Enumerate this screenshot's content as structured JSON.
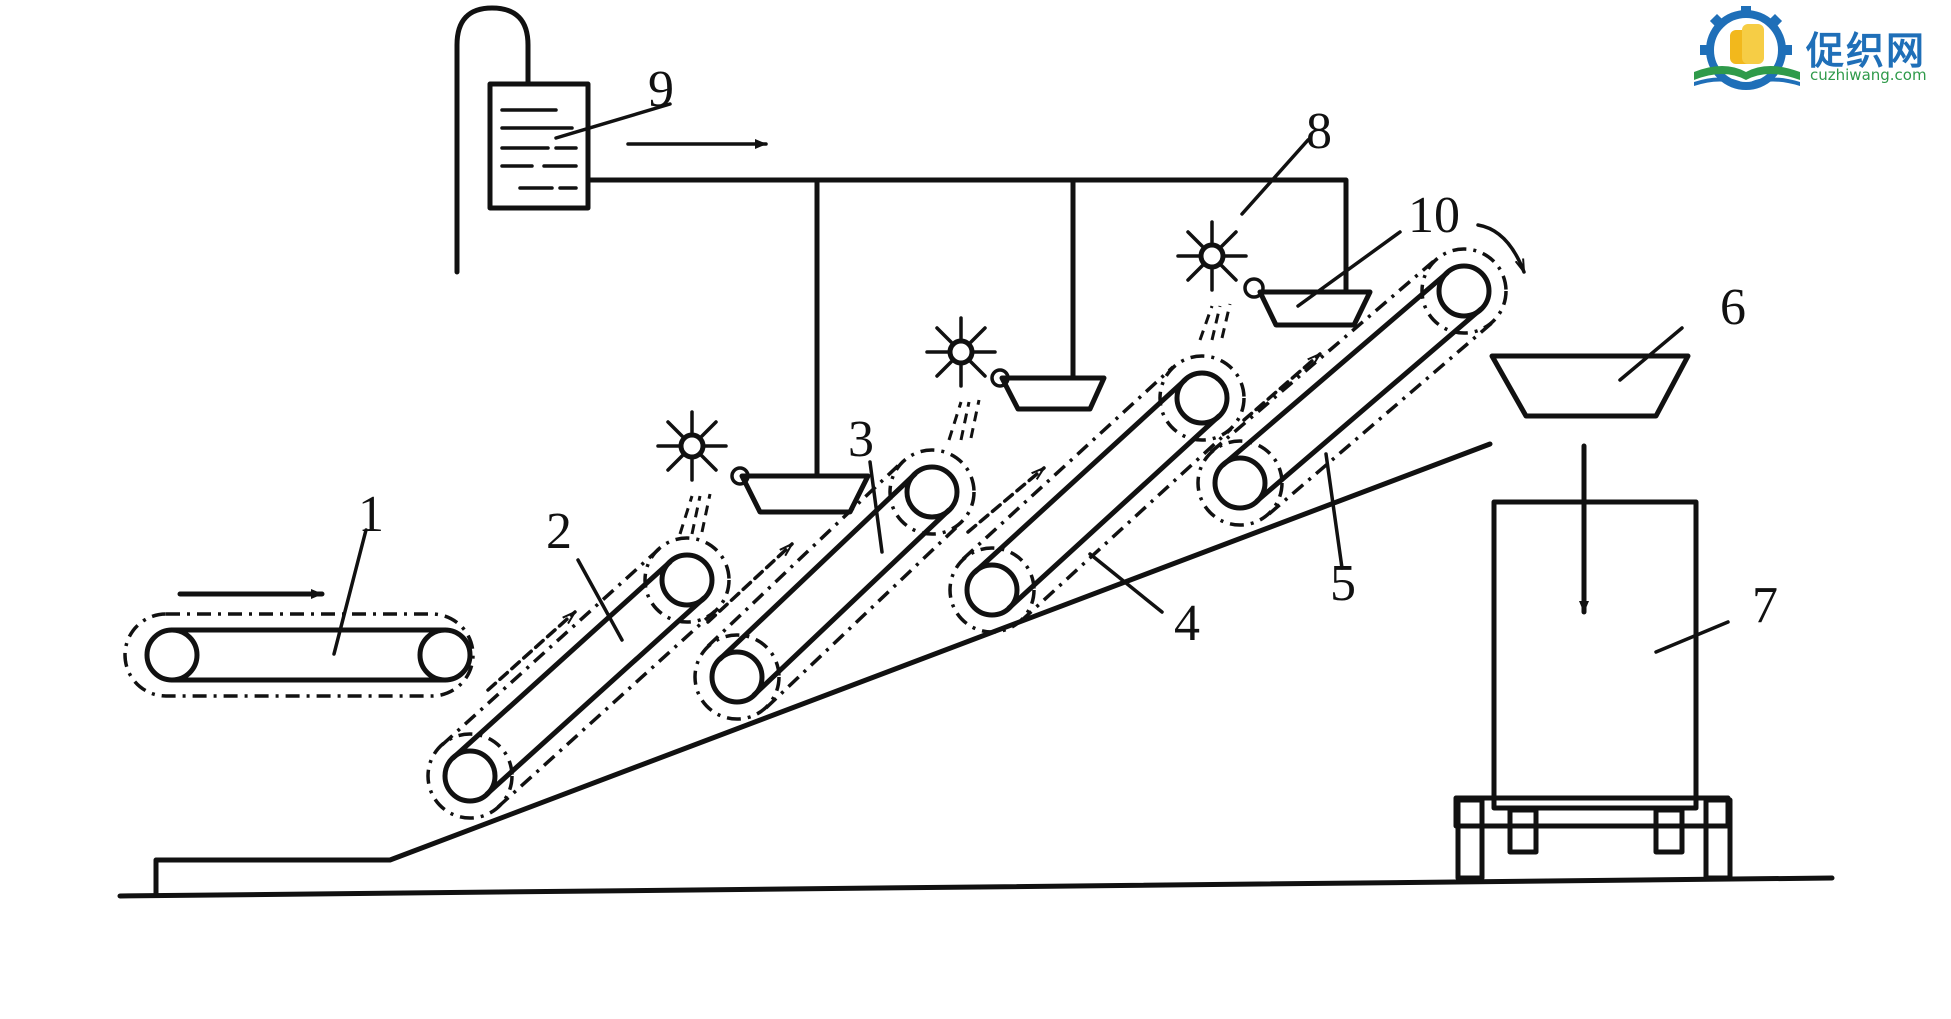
{
  "logo": {
    "name": "促织网",
    "url": "cuzhiwang.com",
    "colors": {
      "blue": "#1f6fb8",
      "yellow": "#f2b81c",
      "green": "#2f9a4a"
    }
  },
  "labels": {
    "l1": "1",
    "l2": "2",
    "l3": "3",
    "l4": "4",
    "l5": "5",
    "l6": "6",
    "l7": "7",
    "l8": "8",
    "l9": "9",
    "l10": "10"
  }
}
